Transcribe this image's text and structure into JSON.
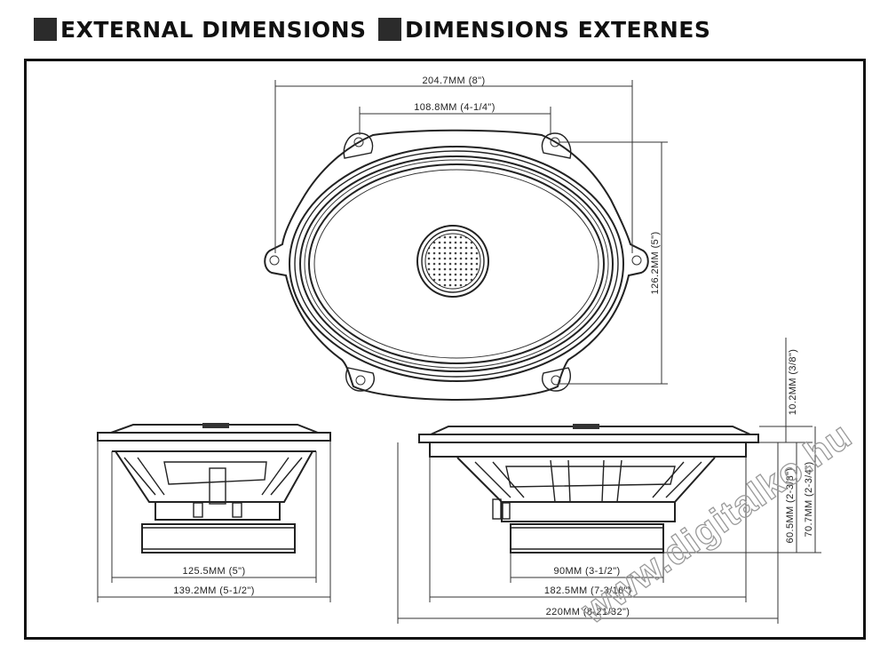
{
  "headers": {
    "english": "EXTERNAL DIMENSIONS",
    "french": "DIMENSIONS EXTERNES"
  },
  "dimensions": {
    "overall_width": "204.7MM (8\")",
    "inner_width": "108.8MM (4-1/4\")",
    "overall_height": "126.2MM (5\")",
    "side_cutout": "125.5MM (5\")",
    "side_overall": "139.2MM (5-1/2\")",
    "front_magnet": "90MM (3-1/2\")",
    "front_cutout": "182.5MM (7-3/16\")",
    "front_overall": "220MM (8-21/32\")",
    "flange_height": "10.2MM (3/8\")",
    "mount_depth": "60.5MM (2-3/8\")",
    "total_depth": "70.7MM (2-3/4\")"
  },
  "watermark": "www.digitalko.hu"
}
